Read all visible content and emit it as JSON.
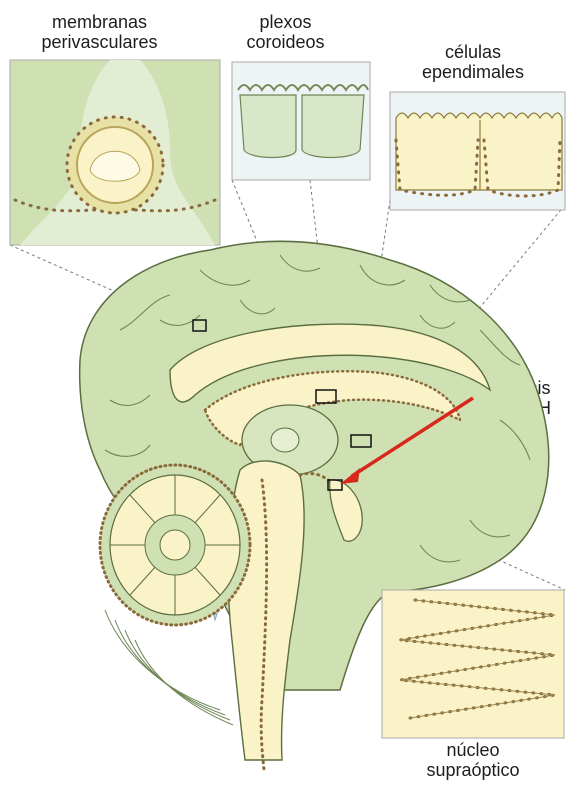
{
  "labels": {
    "membranas": {
      "line1": "membranas",
      "line2": "perivasculares"
    },
    "plexos": {
      "line1": "plexos",
      "line2": "coroideos"
    },
    "celulas": {
      "line1": "células",
      "line2": "ependimales"
    },
    "sintesis": {
      "line1": "síntesis",
      "line2": "de ADH"
    },
    "nucleo": {
      "line1": "núcleo",
      "line2": "supraóptico"
    }
  },
  "colors": {
    "brain_green": "#cfe1b3",
    "brain_edge": "#5a6e3f",
    "cream": "#faf3c8",
    "dot_brown": "#8a6a3a",
    "arrow_red": "#d8281b",
    "blue_fluid": "#c9dde9"
  }
}
